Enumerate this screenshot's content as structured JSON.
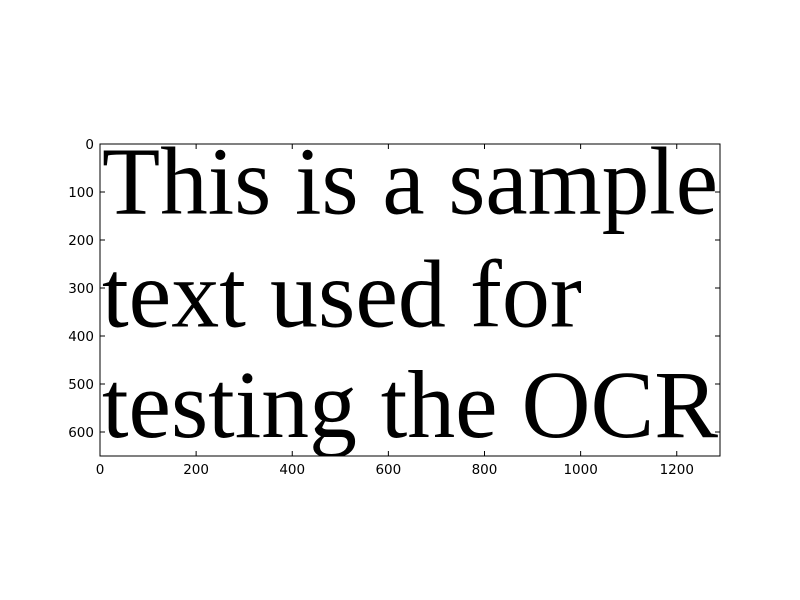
{
  "chart_data": {
    "type": "image",
    "title": "",
    "xlabel": "",
    "ylabel": "",
    "xlim": [
      0,
      1290
    ],
    "ylim": [
      650,
      0
    ],
    "y_axis_inverted": true,
    "grid": false,
    "x_ticks": [
      0,
      200,
      400,
      600,
      800,
      1000,
      1200
    ],
    "y_ticks": [
      0,
      100,
      200,
      300,
      400,
      500,
      600
    ],
    "image_text_lines": [
      {
        "text": "This is a sample",
        "baseline_y": 145
      },
      {
        "text": "text used for",
        "baseline_y": 380
      },
      {
        "text": "testing the OCR",
        "baseline_y": 610
      }
    ],
    "image_background": "#ffffff",
    "text_color": "#000000"
  }
}
